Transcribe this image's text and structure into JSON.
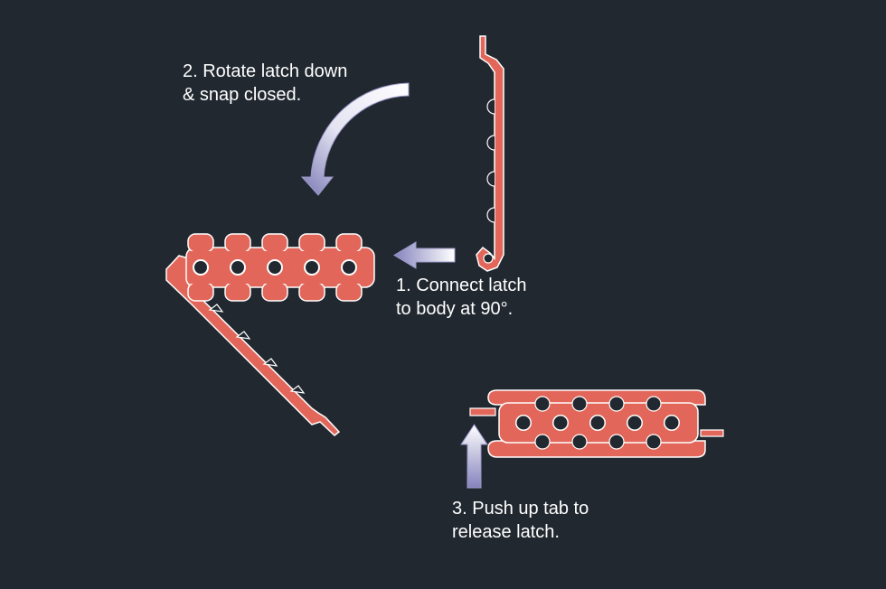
{
  "steps": {
    "step1": {
      "line1": "1. Connect latch",
      "line2": "to body at 90°."
    },
    "step2": {
      "line1": "2. Rotate latch down",
      "line2": "& snap closed."
    },
    "step3": {
      "line1": "3. Push up tab to",
      "line2": "release latch."
    }
  },
  "colors": {
    "background": "#212830",
    "part_fill": "#e2675a",
    "outline": "#ffffff",
    "arrow_light": "#ffffff",
    "arrow_dark": "#7a78b4"
  },
  "icons": {
    "arrow_rotate": "curved-arrow-icon",
    "arrow_connect": "left-arrow-icon",
    "arrow_push": "up-arrow-icon"
  }
}
